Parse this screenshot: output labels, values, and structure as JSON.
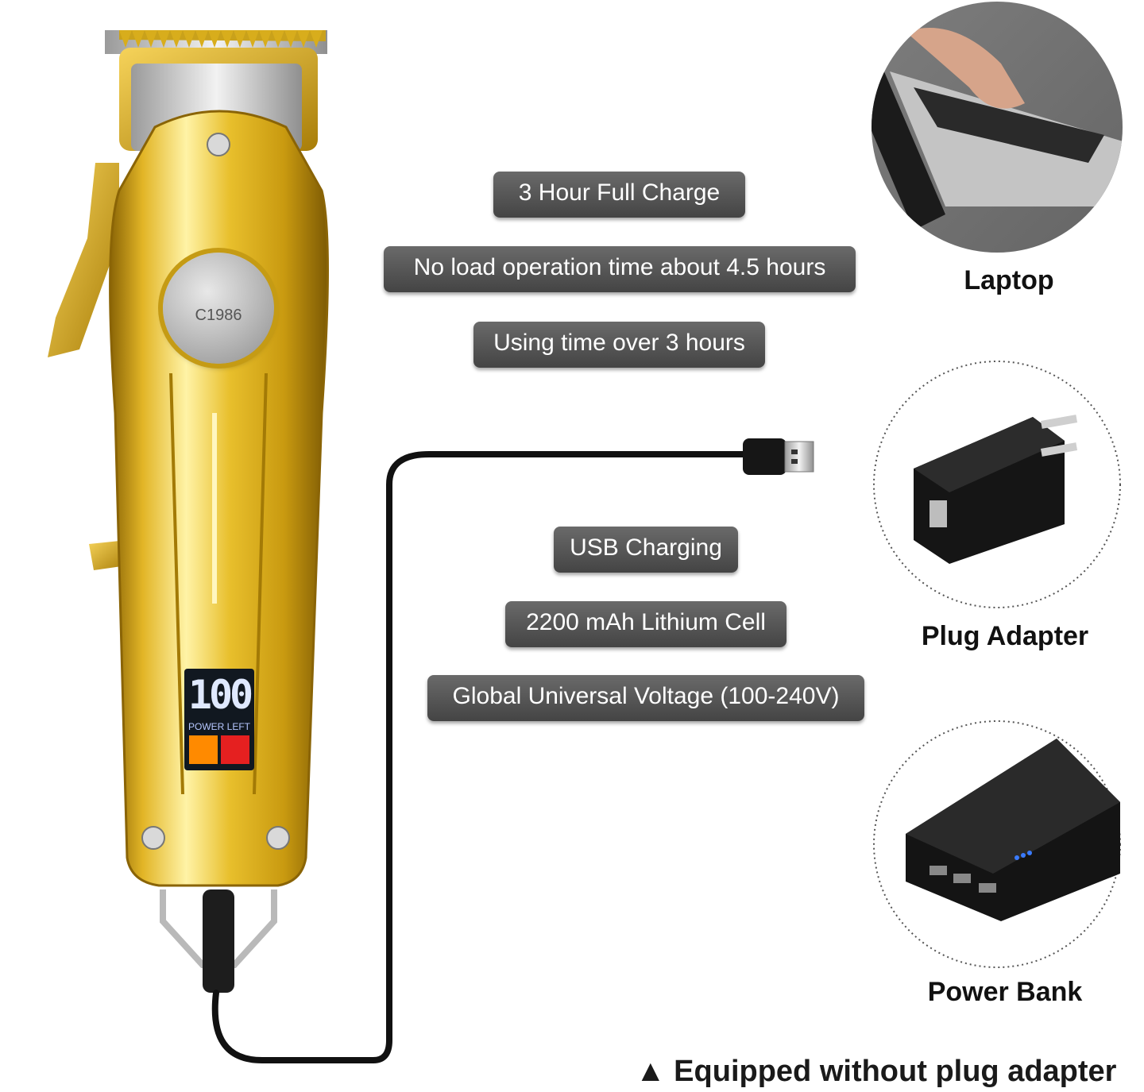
{
  "features": {
    "charge_time": "3 Hour Full Charge",
    "no_load_time": "No load operation time about 4.5 hours",
    "using_time": "Using time over 3 hours",
    "usb": "USB Charging",
    "battery": "2200 mAh Lithium Cell",
    "voltage": "Global Universal Voltage (100-240V)"
  },
  "devices": {
    "laptop": "Laptop",
    "plug_adapter": "Plug Adapter",
    "power_bank": "Power Bank"
  },
  "clipper": {
    "model": "C1986",
    "display_value": "100",
    "display_label": "POWER LEFT"
  },
  "note": "▲ Equipped without plug adapter",
  "colors": {
    "gold": "#d4a514",
    "label_bg": "#555555",
    "label_text": "#ffffff"
  }
}
